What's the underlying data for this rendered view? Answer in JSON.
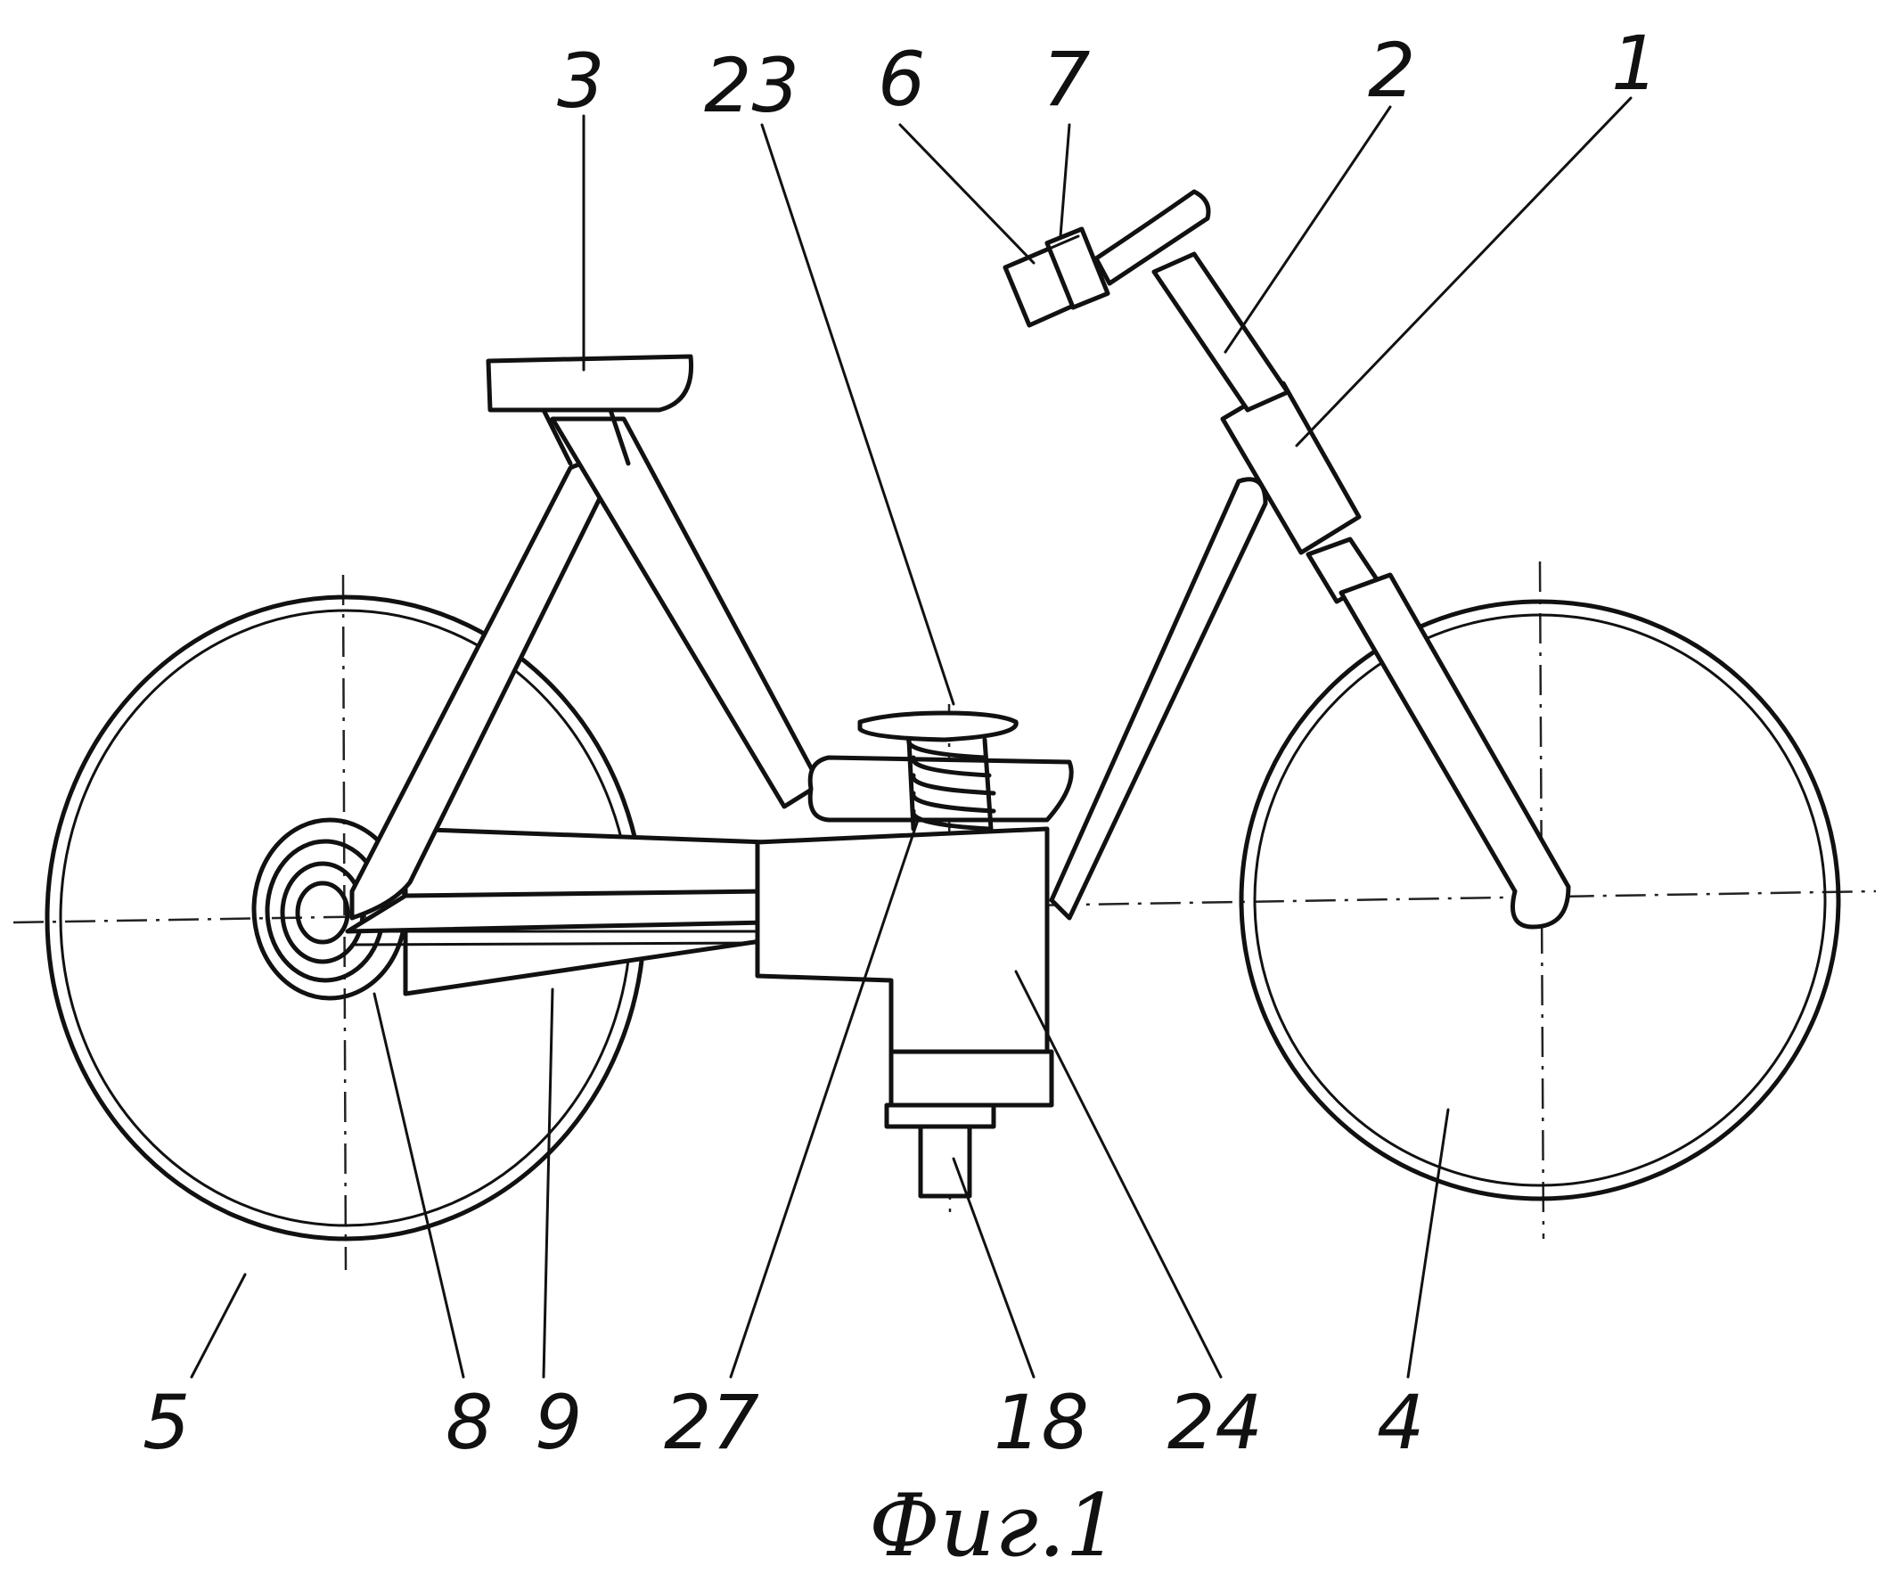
{
  "labels": {
    "l1": "1",
    "l2": "2",
    "l3": "3",
    "l23": "23",
    "l6": "6",
    "l7": "7",
    "l5": "5",
    "l8": "8",
    "l9": "9",
    "l27": "27",
    "l18": "18",
    "l24": "24",
    "l4": "4"
  },
  "caption": "Фиг.1"
}
